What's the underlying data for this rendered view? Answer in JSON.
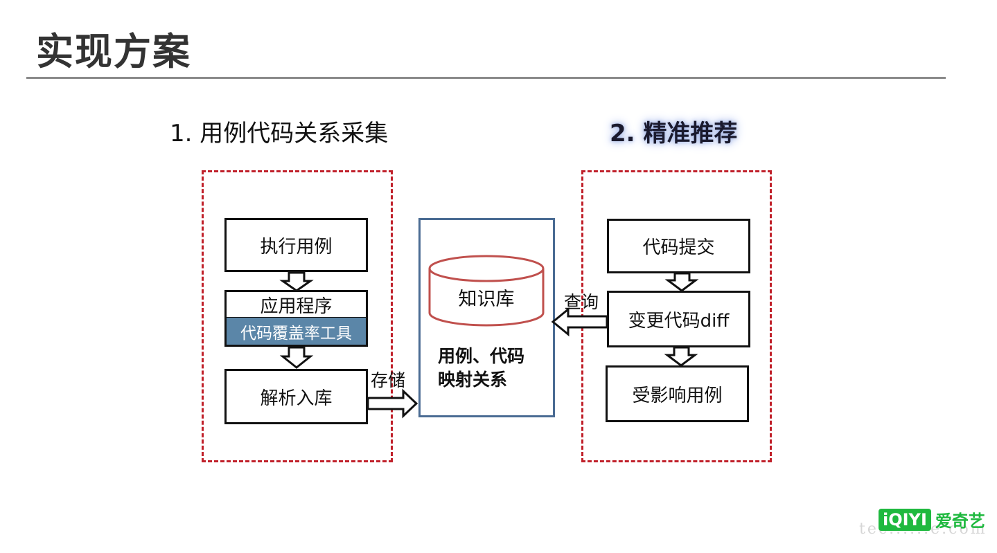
{
  "title": "实现方案",
  "section1": {
    "heading": "1. 用例代码关系采集",
    "steps": {
      "execute": "执行用例",
      "app": "应用程序",
      "coverage_tool": "代码覆盖率工具",
      "parse": "解析入库"
    },
    "store_label": "存储"
  },
  "knowledge_base": {
    "db_label": "知识库",
    "mapping_line1": "用例、代码",
    "mapping_line2": "映射关系"
  },
  "section2": {
    "heading": "2. 精准推荐",
    "steps": {
      "commit": "代码提交",
      "diff": "变更代码diff",
      "affected": "受影响用例"
    },
    "query_label": "查询"
  },
  "logo": {
    "box": "iQIYI",
    "text": "爱奇艺"
  },
  "watermark": "tec......e.com",
  "colors": {
    "dashed_border": "#c0202a",
    "kb_border": "#4a6b93",
    "db_cylinder": "#c0504d",
    "tool_fill": "#5b86a8",
    "logo_green": "#1fb93f"
  }
}
